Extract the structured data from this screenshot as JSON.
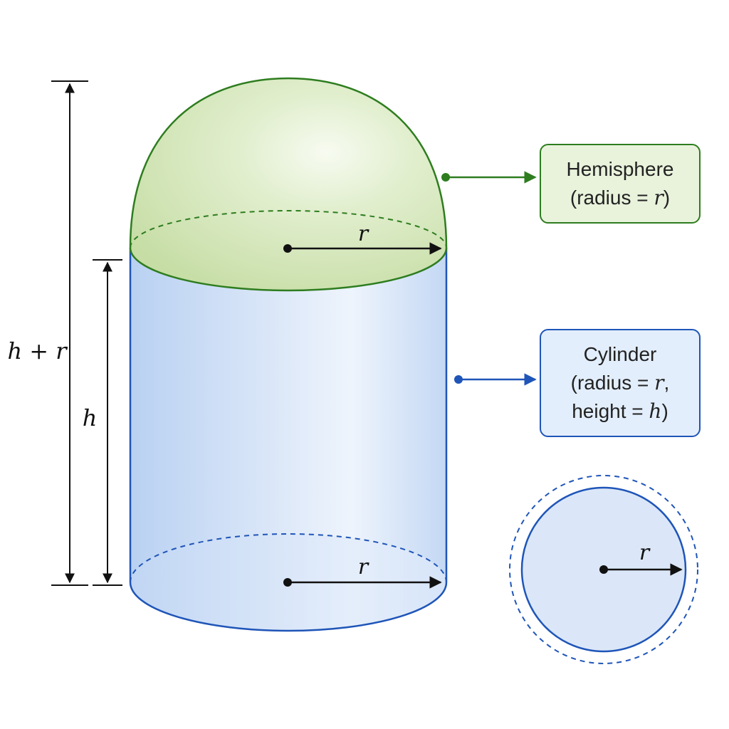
{
  "colors": {
    "hemisphere_stroke": "#2e7d1f",
    "hemisphere_fill": "#cfe3b0",
    "hemisphere_box_fill": "#e9f3dc",
    "cylinder_stroke": "#1f55b8",
    "cylinder_fill": "#c9dcf5",
    "cylinder_box_fill": "#e3eefc",
    "dimension_stroke": "#111111"
  },
  "labels": {
    "total_height": "h + r",
    "cylinder_height": "h",
    "top_radius": "r",
    "bottom_radius": "r",
    "circle_radius": "r"
  },
  "hemisphere_box": {
    "title": "Hemisphere",
    "detail_prefix": "(radius = ",
    "detail_var": "r",
    "detail_suffix": ")"
  },
  "cylinder_box": {
    "title": "Cylinder",
    "detail1_prefix": "(radius = ",
    "detail1_var": "r",
    "detail1_suffix": ",",
    "detail2_prefix": "height = ",
    "detail2_var": "h",
    "detail2_suffix": ")"
  }
}
